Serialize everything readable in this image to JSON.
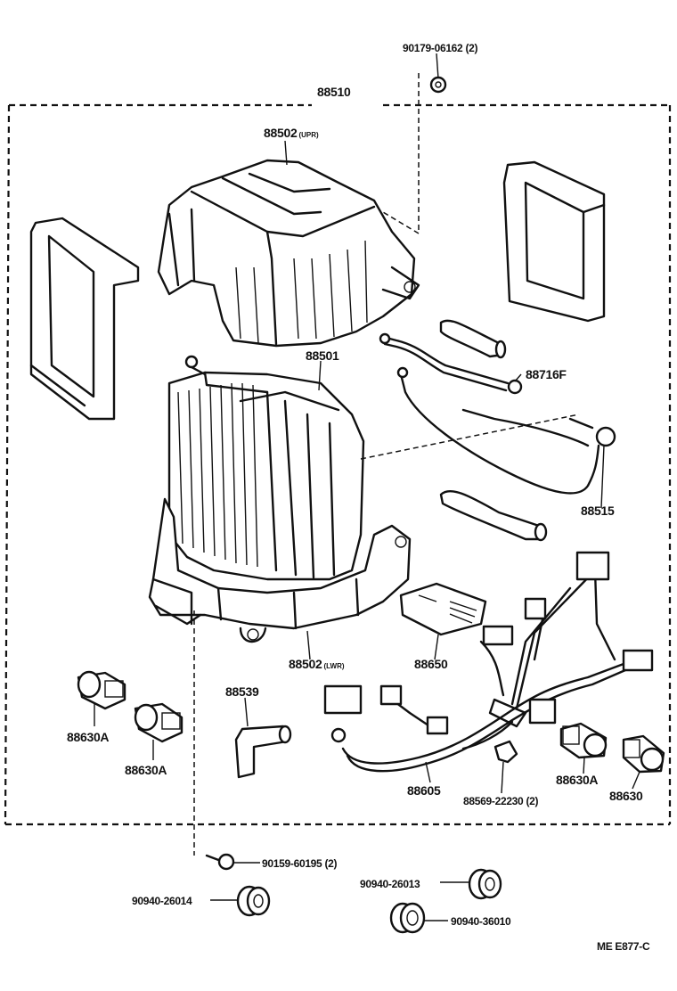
{
  "labels": {
    "bolt_top": "90179-06162 (2)",
    "assembly": "88510",
    "case_upper": "88502",
    "case_upper_tag": "(UPR)",
    "evaporator": "88501",
    "pipe": "88716F",
    "thermistor": "88515",
    "case_lower": "88502",
    "case_lower_tag": "(LWR)",
    "amplifier": "88650",
    "hose": "88539",
    "switch_a1": "88630A",
    "switch_a2": "88630A",
    "wire_harness": "88605",
    "clamp": "88569-22230 (2)",
    "switch_a3": "88630A",
    "switch": "88630",
    "screw_bottom": "90159-60195 (2)",
    "grommet_1": "90940-26014",
    "grommet_2": "90940-26013",
    "grommet_3": "90940-36010",
    "code": "ME  E877-C"
  }
}
